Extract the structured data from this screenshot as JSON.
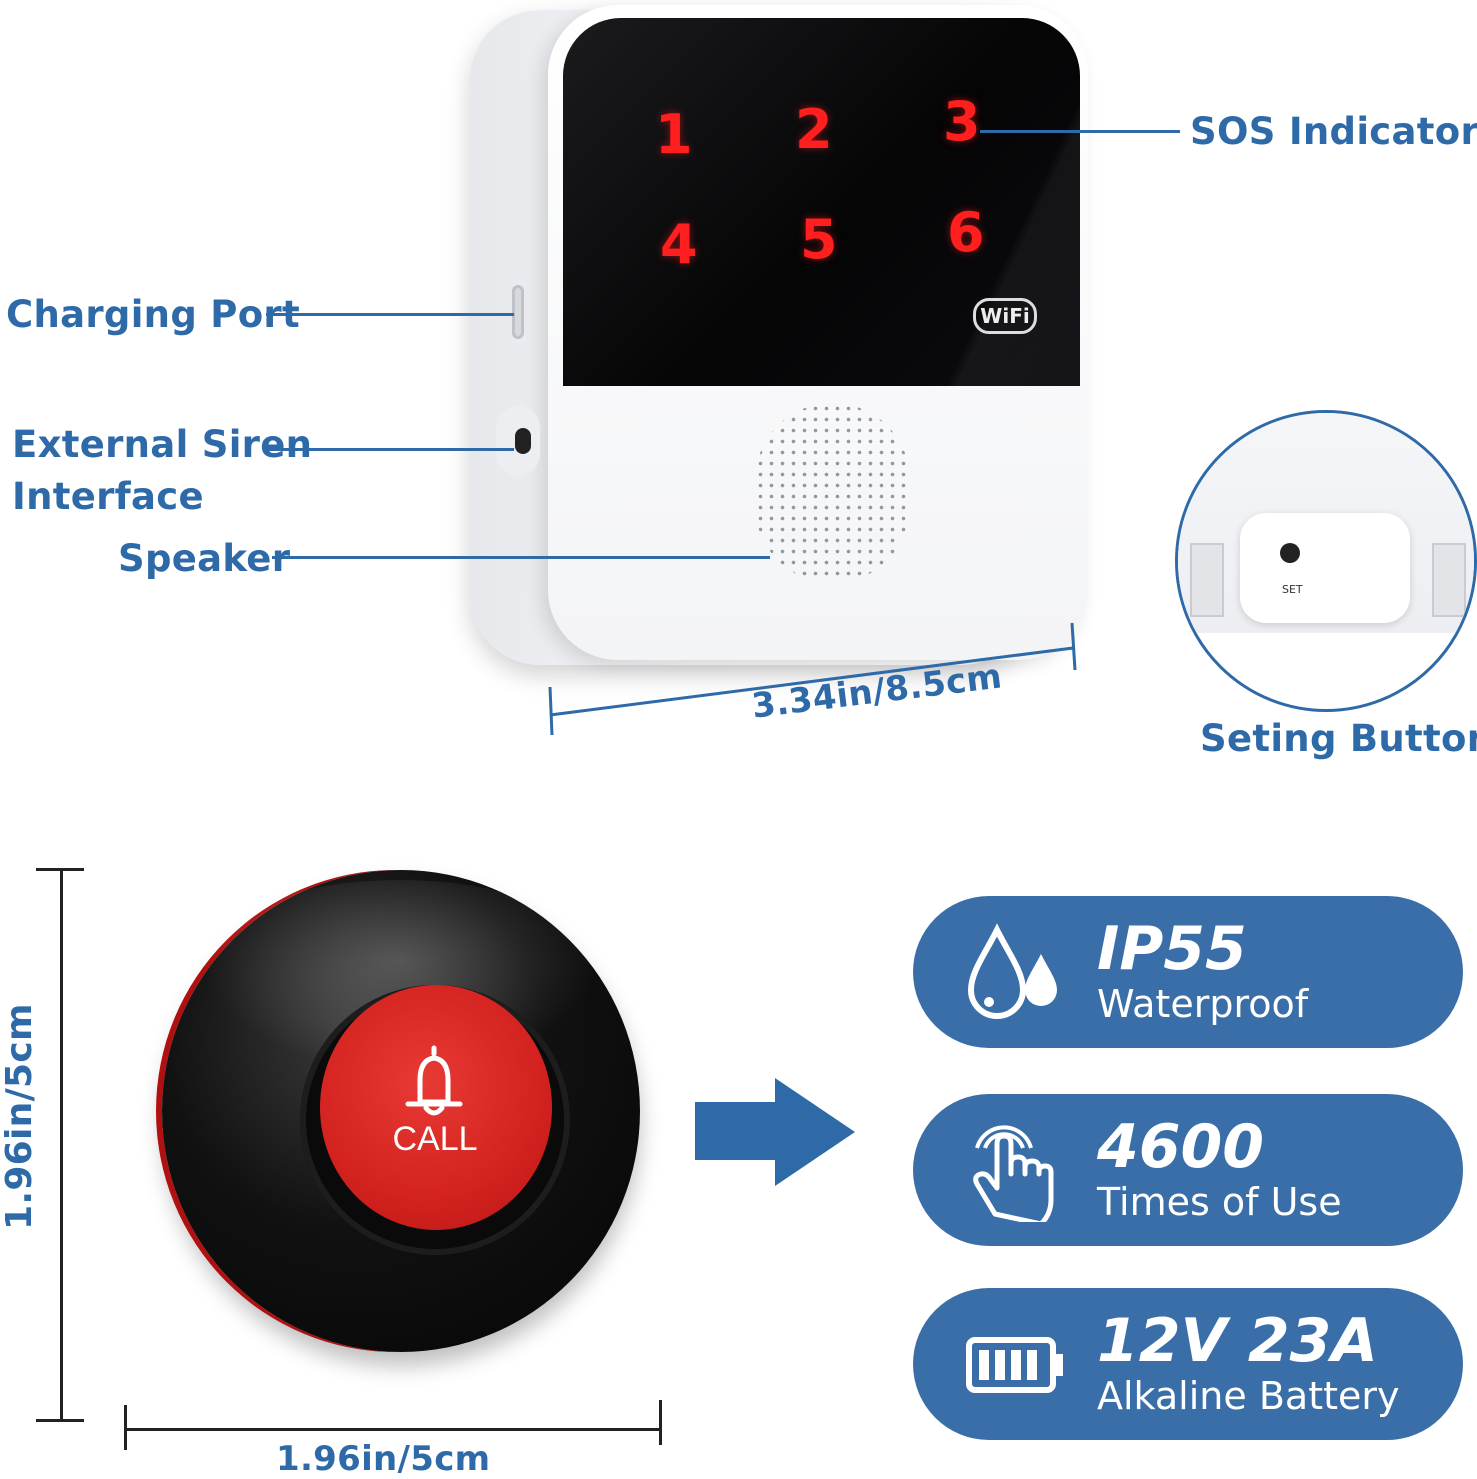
{
  "receiver": {
    "indicators": [
      "1",
      "2",
      "3",
      "4",
      "5",
      "6"
    ],
    "wifi_badge": "WiFi",
    "set_label": "SET"
  },
  "callouts": {
    "sos_indicator": "SOS Indicator",
    "charging_port": "Charging Port",
    "external_siren_line1": "External Siren",
    "external_siren_line2": "Interface",
    "speaker": "Speaker",
    "setting_button": "Seting Button"
  },
  "dimensions": {
    "receiver_width": "3.34in/8.5cm",
    "button_height": "1.96in/5cm",
    "button_width": "1.96in/5cm"
  },
  "call_button": {
    "label": "CALL"
  },
  "features": [
    {
      "title": "IP55",
      "subtitle": "Waterproof",
      "icon": "water-drop-icon"
    },
    {
      "title": "4600",
      "subtitle": "Times of Use",
      "icon": "tap-hand-icon"
    },
    {
      "title": "12V 23A",
      "subtitle": "Alkaline Battery",
      "icon": "battery-icon"
    }
  ],
  "colors": {
    "accent_blue": "#2f6aa8",
    "pill_blue": "#3a6ea8",
    "indicator_red": "#ff1f1f",
    "button_red": "#d3221f"
  }
}
